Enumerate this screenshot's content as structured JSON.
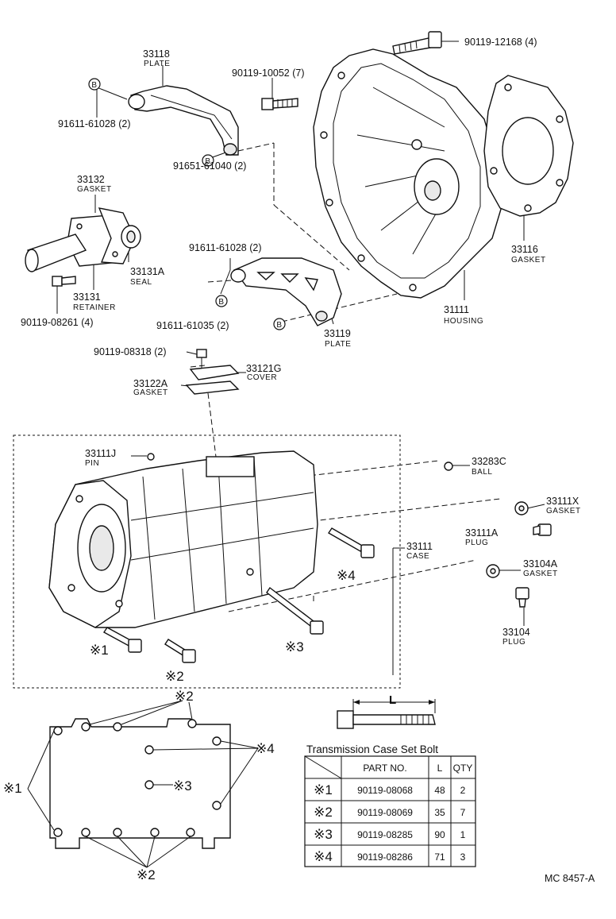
{
  "callouts": {
    "plate_upper_code": "33118",
    "plate_upper_name": "PLATE",
    "bolt_91611_61028_upper": "91611-61028 (2)",
    "bolt_90119_10052": "90119-10052 (7)",
    "bolt_90119_12168": "90119-12168 (4)",
    "bolt_91651_61040": "91651-61040 (2)",
    "gasket_33132_code": "33132",
    "gasket_33132_name": "GASKET",
    "seal_code": "33131A",
    "seal_name": "SEAL",
    "retainer_code": "33131",
    "retainer_name": "RETAINER",
    "bolt_90119_08261": "90119-08261 (4)",
    "bolt_91611_61028_lower": "91611-61028 (2)",
    "bolt_91611_61035": "91611-61035 (2)",
    "plate_lower_code": "33119",
    "plate_lower_name": "PLATE",
    "housing_code": "31111",
    "housing_name": "HOUSING",
    "gasket_33116_code": "33116",
    "gasket_33116_name": "GASKET",
    "bolt_90119_08318": "90119-08318 (2)",
    "cover_code": "33121G",
    "cover_name": "COVER",
    "gasket_33122A_code": "33122A",
    "gasket_33122A_name": "GASKET",
    "pin_code": "33111J",
    "pin_name": "PIN",
    "ball_code": "33283C",
    "ball_name": "BALL",
    "gasket_33111X_code": "33111X",
    "gasket_33111X_name": "GASKET",
    "plug_33111A_code": "33111A",
    "plug_33111A_name": "PLUG",
    "case_code": "33111",
    "case_name": "CASE",
    "gasket_33104A_code": "33104A",
    "gasket_33104A_name": "GASKET",
    "plug_33104_code": "33104",
    "plug_33104_name": "PLUG",
    "bolt_badge": "B",
    "length_symbol": "L"
  },
  "markers": {
    "m1": "※1",
    "m2": "※2",
    "m3": "※3",
    "m4": "※4"
  },
  "table": {
    "title": "Transmission Case Set Bolt",
    "headers": [
      "",
      "PART NO.",
      "L",
      "QTY"
    ],
    "rows": [
      [
        "※1",
        "90119-08068",
        "48",
        "2"
      ],
      [
        "※2",
        "90119-08069",
        "35",
        "7"
      ],
      [
        "※3",
        "90119-08285",
        "90",
        "1"
      ],
      [
        "※4",
        "90119-08286",
        "71",
        "3"
      ]
    ]
  },
  "reference": "MC 8457-A"
}
